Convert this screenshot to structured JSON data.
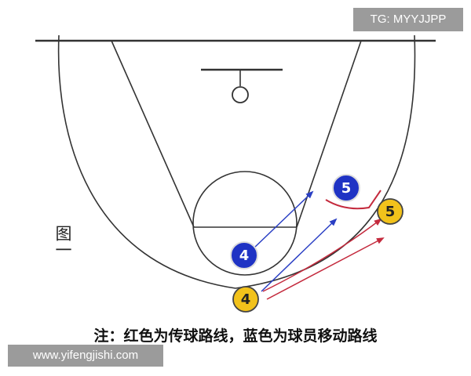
{
  "watermark_top": "TG: MYYJJPP",
  "watermark_bottom": "www.yifengjishi.com",
  "figure_label": "图一",
  "caption": "注：红色为传球路线，蓝色为球员移动路线",
  "players": {
    "blue_5": {
      "number": "5",
      "fill": "#1f33c4",
      "text_color": "#ffffff"
    },
    "blue_4": {
      "number": "4",
      "fill": "#1f33c4",
      "text_color": "#ffffff"
    },
    "yellow_5": {
      "number": "5",
      "fill": "#f2c21b",
      "text_color": "#222222"
    },
    "yellow_4": {
      "number": "4",
      "fill": "#f2c21b",
      "text_color": "#222222"
    }
  },
  "colors": {
    "court_lines": "#333333",
    "pass_route": "#c42a3d",
    "move_route": "#2a3fc4"
  },
  "icons": {
    "arrowhead": "triangle-arrow"
  }
}
